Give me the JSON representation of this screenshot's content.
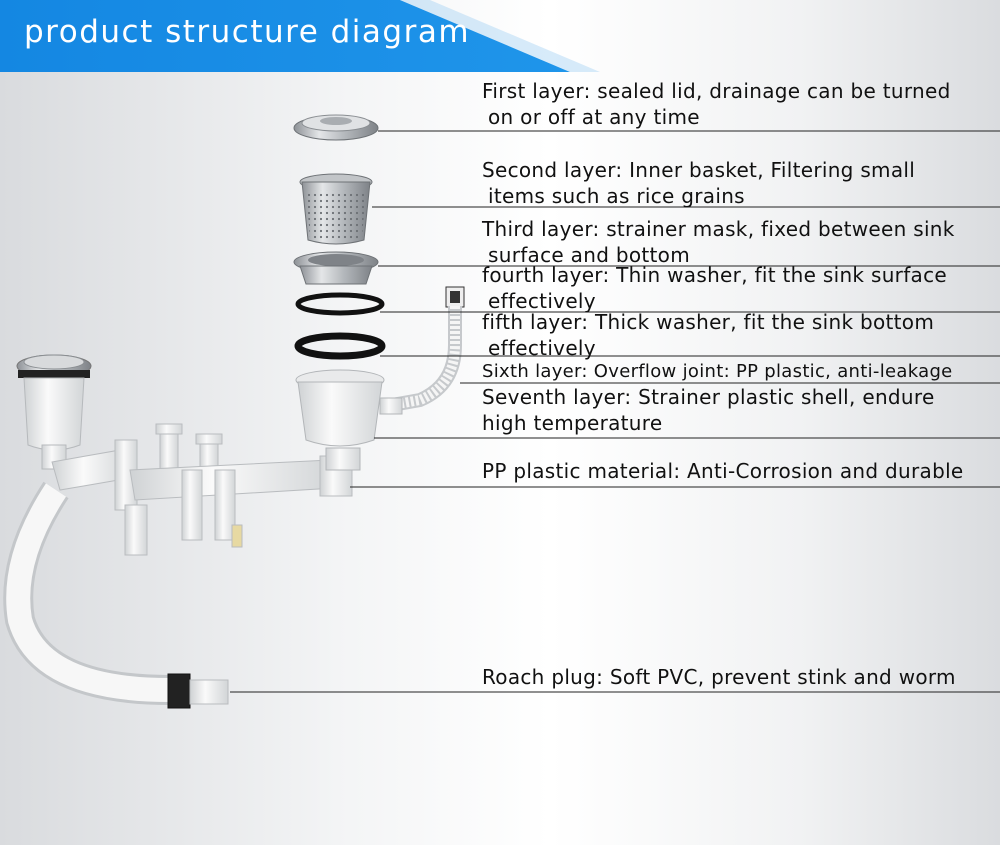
{
  "header": {
    "title": "product structure diagram",
    "banner_color": "#1a8ee6"
  },
  "colors": {
    "pp_plastic": "#f2f3f2",
    "steel": "#c9cccf",
    "rubber": "#111111",
    "leader_line": "#222222"
  },
  "labels": [
    {
      "id": "first-layer",
      "line1": "First layer: sealed lid, drainage can be turned",
      "line2": "on or off at any time"
    },
    {
      "id": "second-layer",
      "line1": "Second layer: Inner basket, Filtering small",
      "line2": "items such as rice grains"
    },
    {
      "id": "third-layer",
      "line1": "Third layer: strainer mask, fixed between sink",
      "line2": "surface and bottom"
    },
    {
      "id": "fourth-layer",
      "line1": "fourth layer: Thin washer, fit the sink surface",
      "line2": "effectively"
    },
    {
      "id": "fifth-layer",
      "line1": "fifth layer: Thick washer, fit the sink bottom",
      "line2": "effectively"
    },
    {
      "id": "sixth-layer",
      "line1": "Sixth layer: Overflow joint: PP plastic, anti-leakage",
      "line2": ""
    },
    {
      "id": "seventh-layer",
      "line1": "Seventh layer: Strainer plastic shell, endure",
      "line2": "high temperature"
    },
    {
      "id": "pp-material",
      "line1": "PP plastic material: Anti-Corrosion and durable",
      "line2": ""
    },
    {
      "id": "roach-plug",
      "line1": "Roach plug: Soft PVC, prevent stink and worm",
      "line2": ""
    }
  ]
}
